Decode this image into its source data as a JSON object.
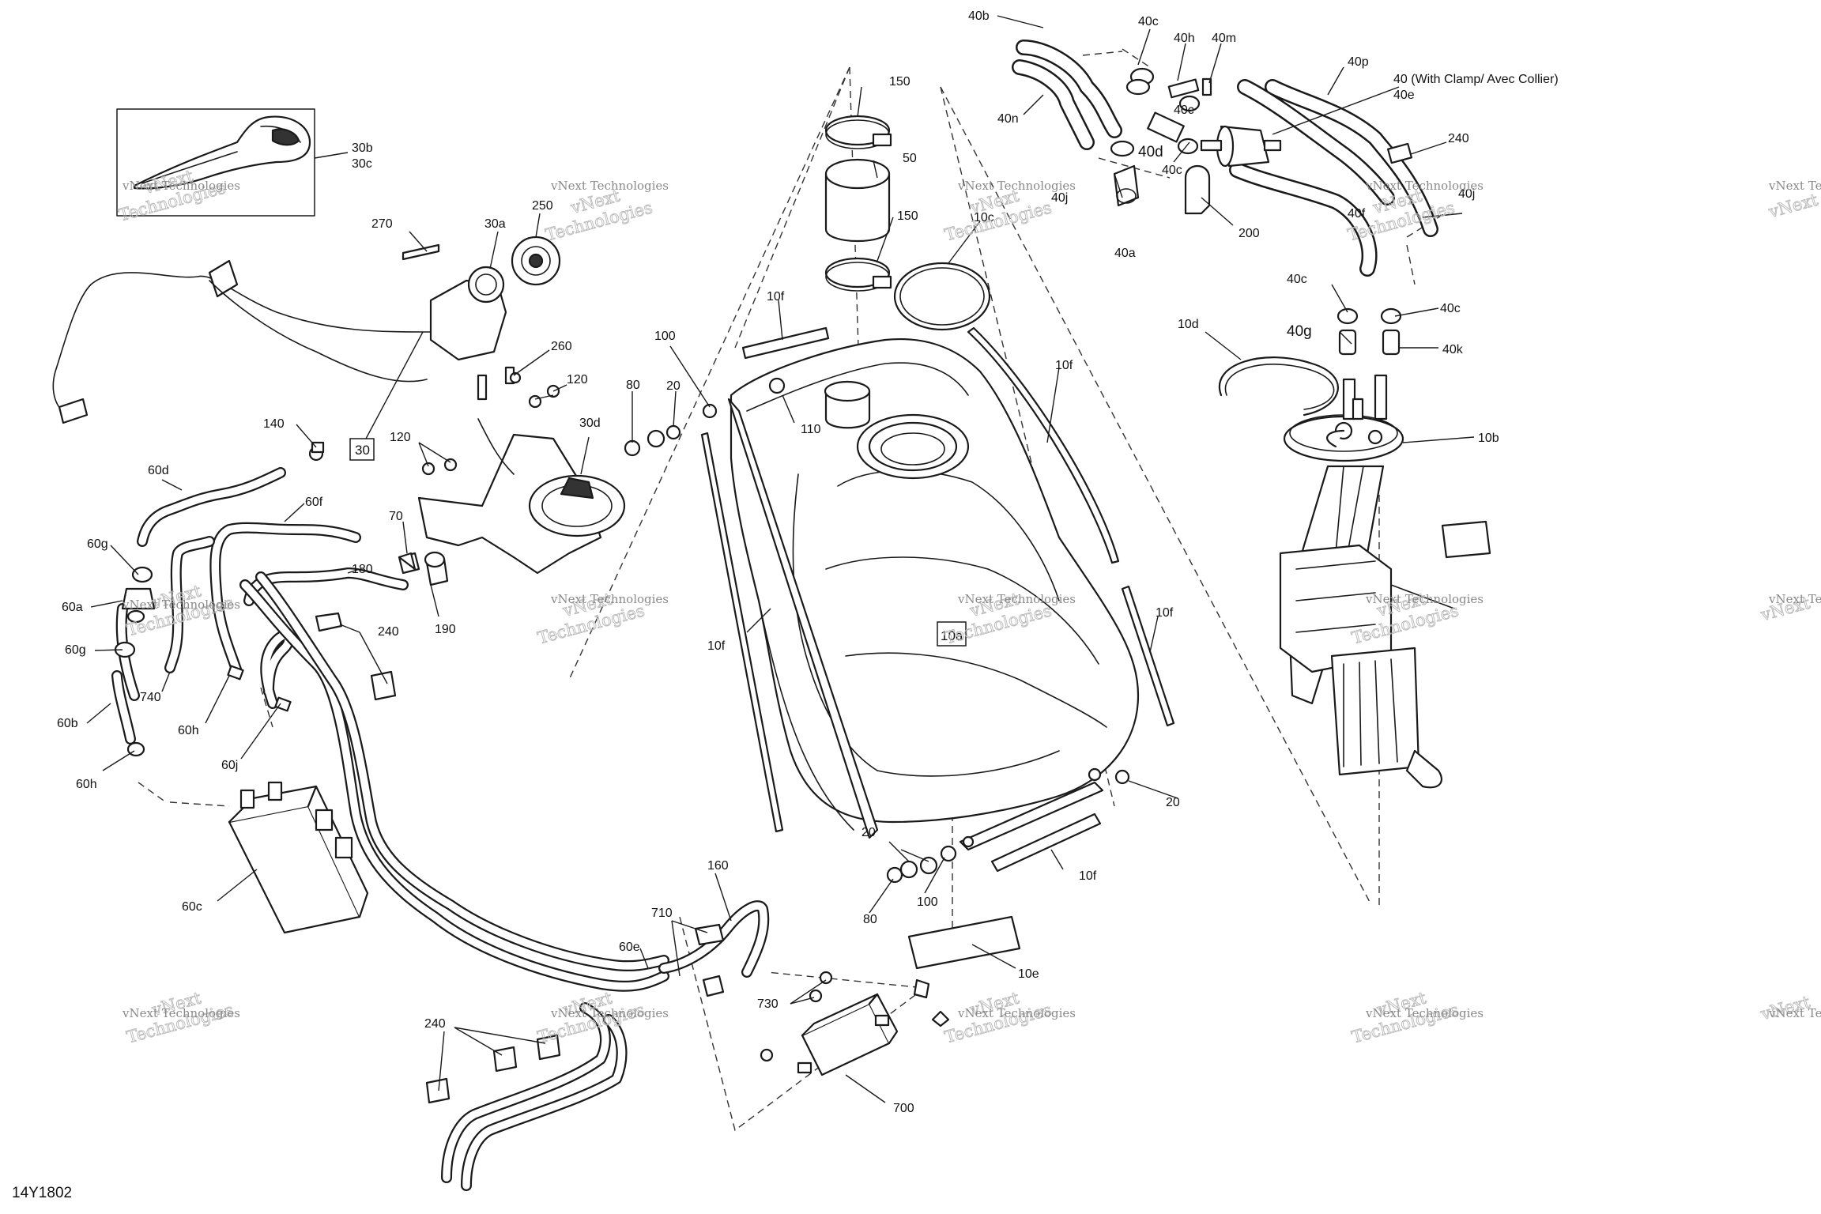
{
  "figure_code": "14Y1802",
  "watermark": {
    "line1": "vNext Technologies",
    "line2": "vNext",
    "line3": "Technologies"
  },
  "labels": {
    "l40b": "40b",
    "l40c_a": "40c",
    "l40h": "40h",
    "l40m": "40m",
    "l40p": "40p",
    "l40_clamp": "40 (With Clamp/ Avec Collier)",
    "l40e": "40e",
    "l40n": "40n",
    "l40c_b": "40c",
    "l40d": "40d",
    "l40c_c": "40c",
    "l40j": "40j",
    "l40a": "40a",
    "l200": "200",
    "l240_a": "240",
    "l40j_b": "40j",
    "l40f": "40f",
    "l40c_d": "40c",
    "l40c_e": "40c",
    "l40g": "40g",
    "l40k": "40k",
    "l10d": "10d",
    "l10b": "10b",
    "l150_a": "150",
    "l50": "50",
    "l150_b": "150",
    "l10c": "10c",
    "l10f_a": "10f",
    "l10f_b": "10f",
    "l10f_c": "10f",
    "l10f_d": "10f",
    "l10f_e": "10f",
    "l110": "110",
    "l100_a": "100",
    "l80_a": "80",
    "l20_a": "20",
    "l20_b": "20",
    "l20_c": "20",
    "l100_b": "100",
    "l80_b": "80",
    "l10e": "10e",
    "l10a": "10a",
    "l30b": "30b",
    "l30c": "30c",
    "l270": "270",
    "l30a": "30a",
    "l250": "250",
    "l260": "260",
    "l120_a": "120",
    "l120_b": "120",
    "l30": "30",
    "l30d": "30d",
    "l140": "140",
    "l70": "70",
    "l190": "190",
    "l180": "180",
    "l60d": "60d",
    "l60f": "60f",
    "l60g_a": "60g",
    "l60a": "60a",
    "l60g_b": "60g",
    "l740": "740",
    "l60h_a": "60h",
    "l60b": "60b",
    "l60j": "60j",
    "l60h_b": "60h",
    "l240_b": "240",
    "l60c": "60c",
    "l160": "160",
    "l710": "710",
    "l60e": "60e",
    "l730": "730",
    "l700": "700",
    "l240_c": "240"
  },
  "icons": [
    "fuel-tank-icon",
    "fuel-pump-module-icon",
    "ignition-switch-icon",
    "key-fob-icon",
    "evap-canister-icon",
    "fuel-filter-icon",
    "hose-clamp-icon",
    "solenoid-valve-icon"
  ]
}
